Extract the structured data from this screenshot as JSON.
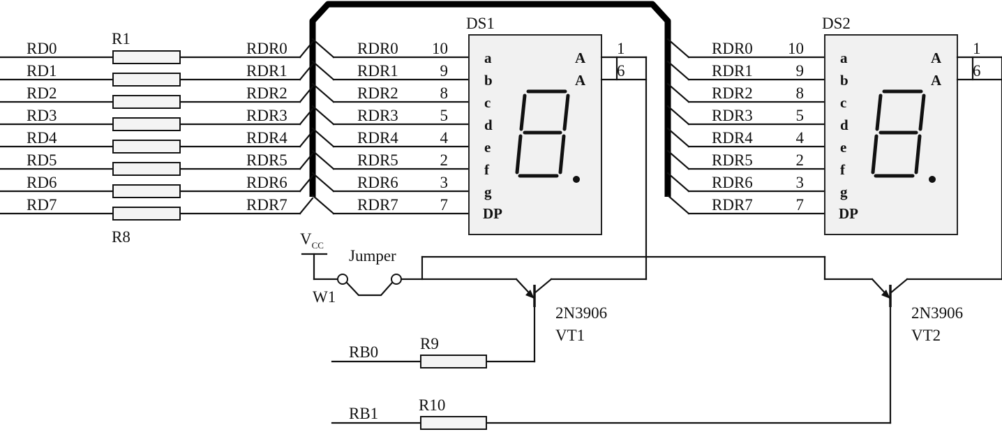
{
  "left_nets": [
    "RD0",
    "RD1",
    "RD2",
    "RD3",
    "RD4",
    "RD5",
    "RD6",
    "RD7"
  ],
  "resistor_top_label": "R1",
  "resistor_bottom_label": "R8",
  "bus_entry_nets": [
    "RDR0",
    "RDR1",
    "RDR2",
    "RDR3",
    "RDR4",
    "RDR5",
    "RDR6",
    "RDR7"
  ],
  "displays": [
    {
      "name": "DS1",
      "nets": [
        "RDR0",
        "RDR1",
        "RDR2",
        "RDR3",
        "RDR4",
        "RDR5",
        "RDR6",
        "RDR7"
      ],
      "pins": [
        "10",
        "9",
        "8",
        "5",
        "4",
        "2",
        "3",
        "7"
      ],
      "segments": [
        "a",
        "b",
        "c",
        "d",
        "e",
        "f",
        "g",
        "DP"
      ],
      "anode_labels": [
        "A",
        "A"
      ],
      "anode_pins": [
        "1",
        "6"
      ]
    },
    {
      "name": "DS2",
      "nets": [
        "RDR0",
        "RDR1",
        "RDR2",
        "RDR3",
        "RDR4",
        "RDR5",
        "RDR6",
        "RDR7"
      ],
      "pins": [
        "10",
        "9",
        "8",
        "5",
        "4",
        "2",
        "3",
        "7"
      ],
      "segments": [
        "a",
        "b",
        "c",
        "d",
        "e",
        "f",
        "g",
        "DP"
      ],
      "anode_labels": [
        "A",
        "A"
      ],
      "anode_pins": [
        "1",
        "6"
      ]
    }
  ],
  "supply": {
    "main": "V",
    "sub": "CC"
  },
  "jumper": {
    "label": "Jumper",
    "name": "W1"
  },
  "transistors": [
    {
      "part": "2N3906",
      "name": "VT1"
    },
    {
      "part": "2N3906",
      "name": "VT2"
    }
  ],
  "base_nets": [
    {
      "net": "RB0",
      "resistor": "R9"
    },
    {
      "net": "RB1",
      "resistor": "R10"
    }
  ]
}
